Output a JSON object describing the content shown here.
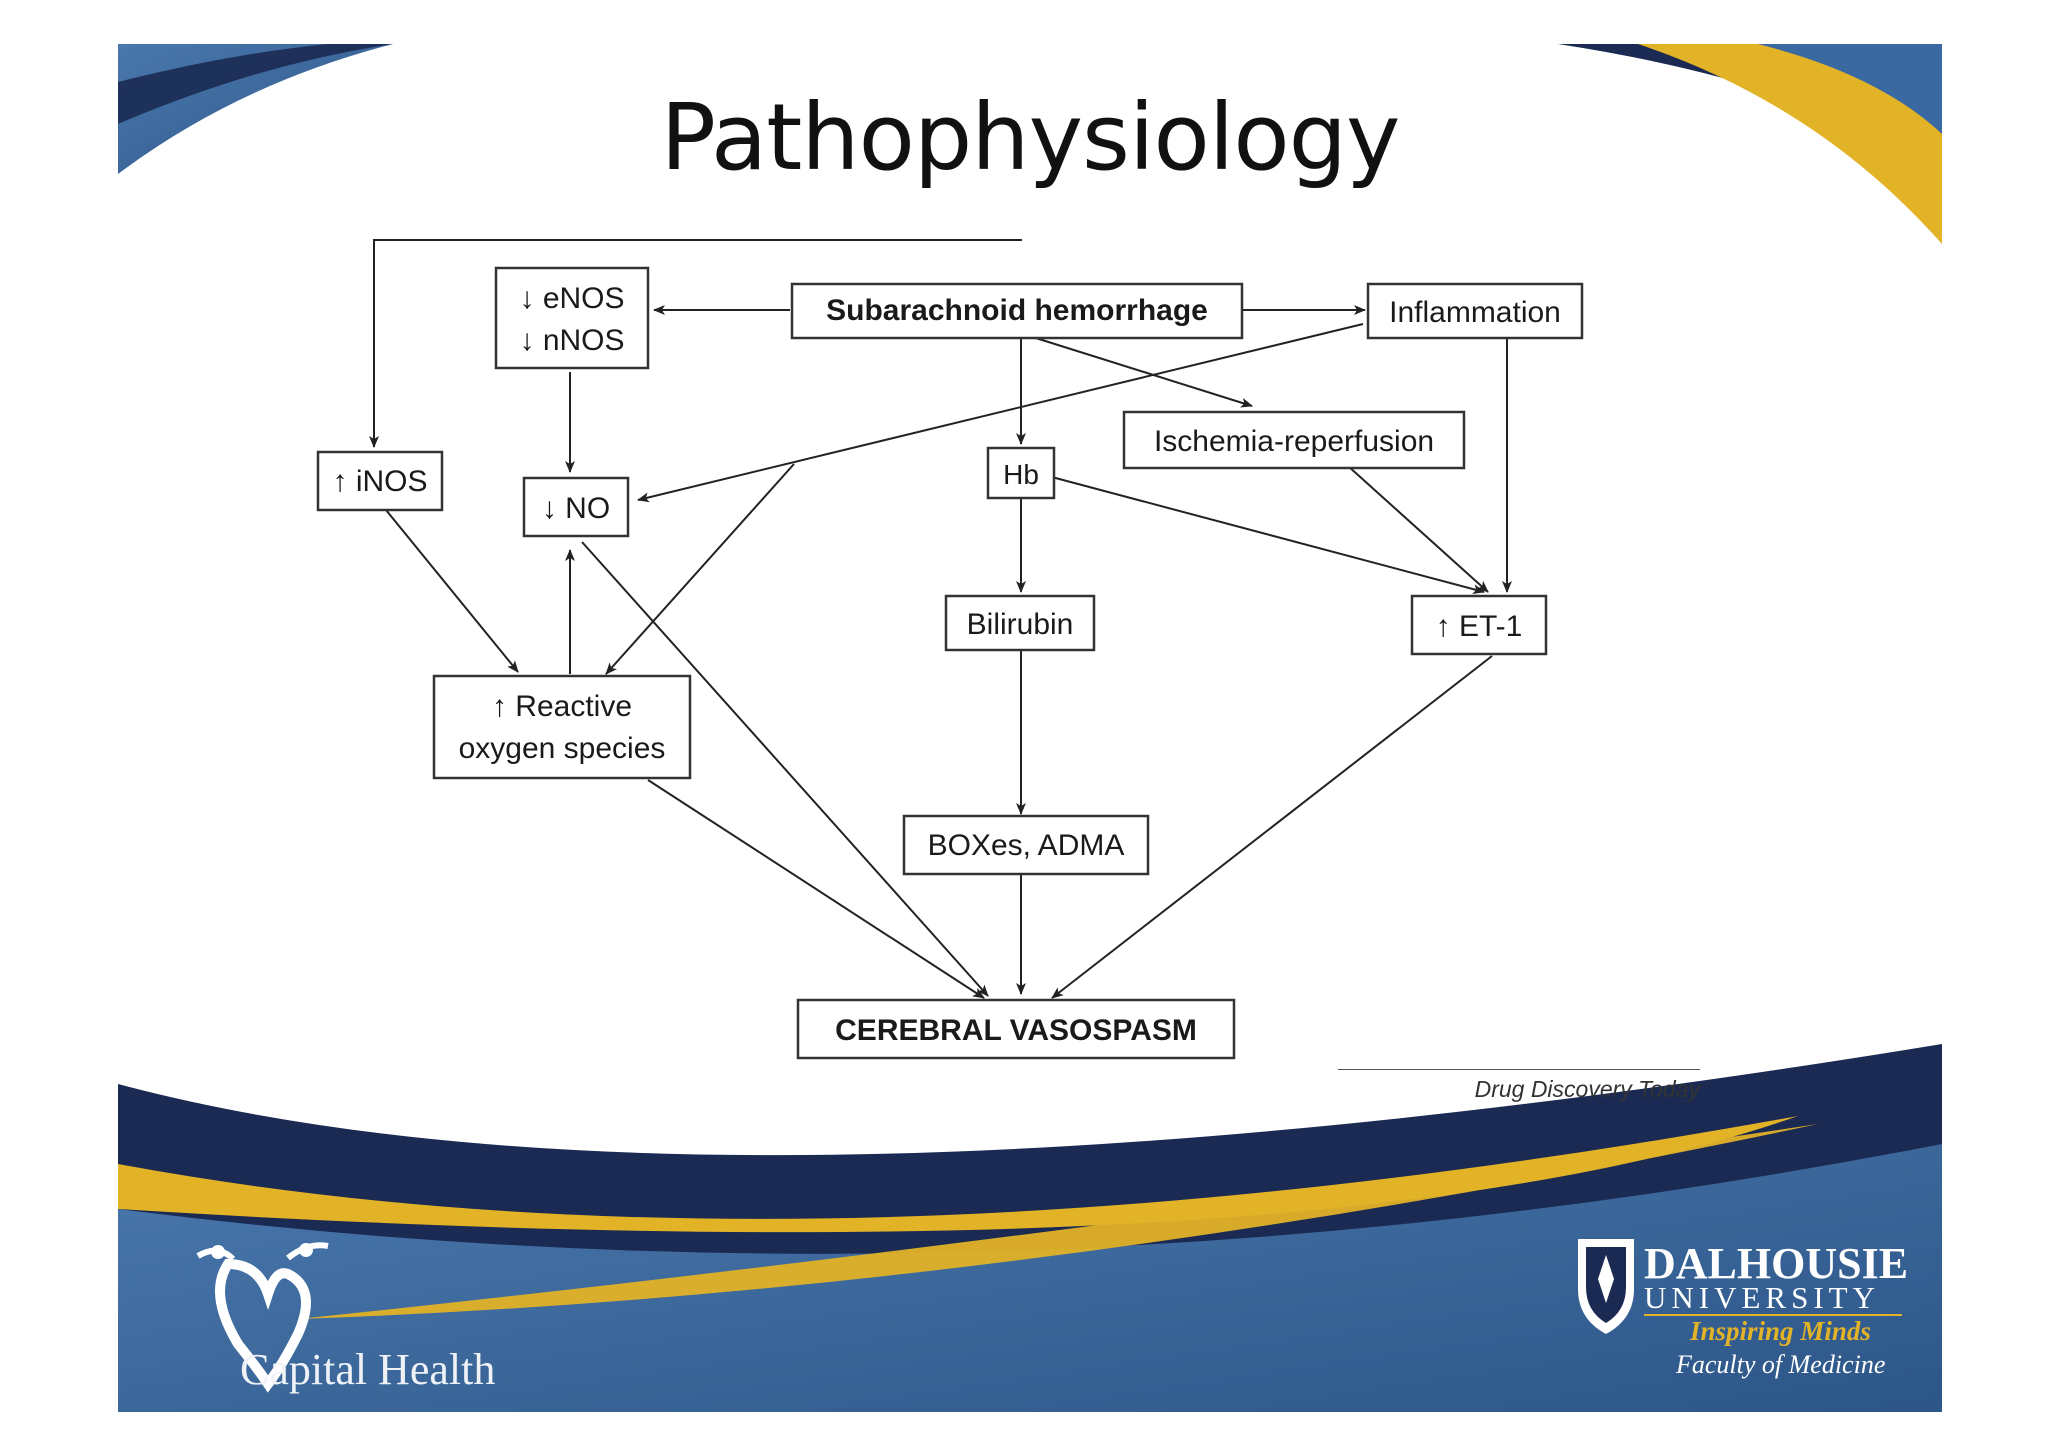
{
  "slide": {
    "title": "Pathophysiology",
    "credit": "Drug Discovery Today"
  },
  "diagram": {
    "nodes": {
      "sah": "Subarachnoid hemorrhage",
      "enos": "↓ eNOS",
      "nnos": "↓ nNOS",
      "inflammation": "Inflammation",
      "inos": "↑ iNOS",
      "no": "↓ NO",
      "hb": "Hb",
      "ischemia": "Ischemia-reperfusion",
      "bilirubin": "Bilirubin",
      "et1": "↑ ET-1",
      "ros_line1": "↑ Reactive",
      "ros_line2": "oxygen species",
      "boxes": "BOXes, ADMA",
      "vasospasm": "CEREBRAL VASOSPASM"
    },
    "edges": [
      [
        "sah",
        "enos"
      ],
      [
        "sah",
        "inflammation"
      ],
      [
        "sah",
        "inos"
      ],
      [
        "sah",
        "hb"
      ],
      [
        "sah",
        "ischemia"
      ],
      [
        "enos",
        "no"
      ],
      [
        "inflammation",
        "no"
      ],
      [
        "inflammation",
        "ros"
      ],
      [
        "inflammation",
        "et1"
      ],
      [
        "inos",
        "ros"
      ],
      [
        "ros",
        "no"
      ],
      [
        "no",
        "vasospasm"
      ],
      [
        "ros",
        "vasospasm"
      ],
      [
        "hb",
        "bilirubin"
      ],
      [
        "hb",
        "et1"
      ],
      [
        "ischemia",
        "et1"
      ],
      [
        "bilirubin",
        "boxes"
      ],
      [
        "boxes",
        "vasospasm"
      ],
      [
        "et1",
        "vasospasm"
      ]
    ]
  },
  "logos": {
    "left": {
      "name": "Capital Health"
    },
    "right": {
      "name": "DALHOUSIE",
      "subtitle": "UNIVERSITY",
      "motto": "Inspiring Minds",
      "faculty": "Faculty of Medicine"
    }
  },
  "colors": {
    "navy": "#1b2a52",
    "blue": "#3a68a0",
    "gold": "#e2b227",
    "white": "#ffffff"
  }
}
